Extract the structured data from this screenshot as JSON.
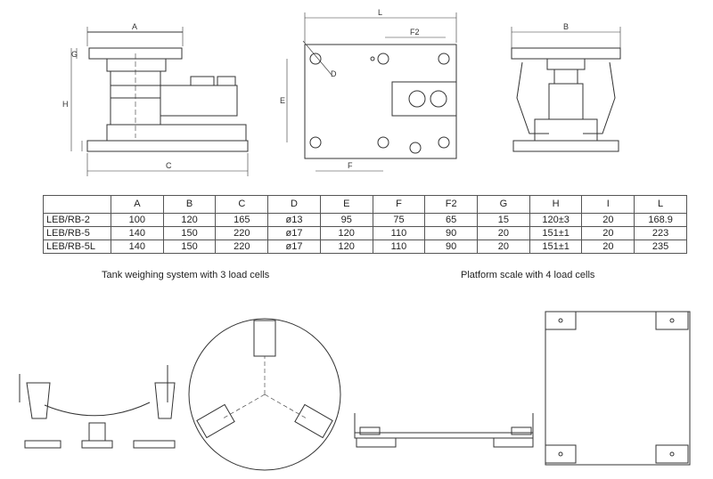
{
  "top_drawings": {
    "side_view": {
      "dim_A": "A",
      "dim_G": "G",
      "dim_H": "H",
      "dim_C": "C"
    },
    "plan_view": {
      "dim_L": "L",
      "dim_F2": "F2",
      "dim_D": "D",
      "dim_E": "E",
      "dim_F": "F"
    },
    "end_view": {
      "dim_B": "B"
    }
  },
  "spec_table": {
    "columns": [
      "",
      "A",
      "B",
      "C",
      "D",
      "E",
      "F",
      "F2",
      "G",
      "H",
      "I",
      "L"
    ],
    "rows": [
      [
        "LEB/RB-2",
        "100",
        "120",
        "165",
        "ø13",
        "95",
        "75",
        "65",
        "15",
        "120±3",
        "20",
        "168.9"
      ],
      [
        "LEB/RB-5",
        "140",
        "150",
        "220",
        "ø17",
        "120",
        "110",
        "90",
        "20",
        "151±1",
        "20",
        "223"
      ],
      [
        "LEB/RB-5L",
        "140",
        "150",
        "220",
        "ø17",
        "120",
        "110",
        "90",
        "20",
        "151±1",
        "20",
        "235"
      ]
    ]
  },
  "captions": {
    "tank": "Tank weighing system with 3 load cells",
    "platform": "Platform scale with 4 load cells"
  }
}
